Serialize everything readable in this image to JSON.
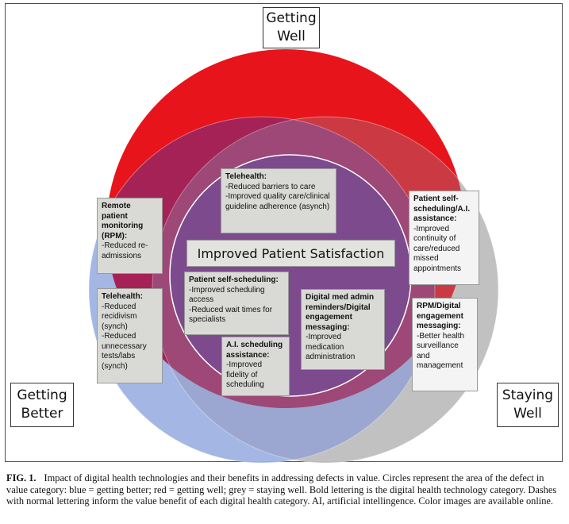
{
  "labels": {
    "getting_well": "Getting\nWell",
    "getting_better": "Getting\nBetter",
    "staying_well": "Staying\nWell",
    "center": "Improved Patient Satisfaction"
  },
  "boxes": {
    "telehealth_top": {
      "title": "Telehealth:",
      "benefits": "-Reduced barriers to care\n-Improved quality care/clinical guideline adherence (asynch)"
    },
    "rpm_left": {
      "title": "Remote patient monitoring (RPM):",
      "benefits": "-Reduced re-admissions"
    },
    "telehealth_left": {
      "title": "Telehealth:",
      "benefits": "-Reduced recidivism (synch)\n-Reduced unnecessary tests/labs (synch)"
    },
    "self_sched_center": {
      "title": "Patient self-scheduling:",
      "benefits": "-Improved scheduling access\n-Reduced wait times for specialists"
    },
    "ai_sched": {
      "title": "A.I. scheduling assistance:",
      "benefits": "-Improved fidelity of scheduling"
    },
    "digital_med": {
      "title": "Digital med admin reminders/Digital engagement messaging:",
      "benefits": "-Improved medication administration"
    },
    "self_sched_right": {
      "title": "Patient self-scheduling/A.I. assistance:",
      "benefits": "-Improved continuity of care/reduced missed appointments"
    },
    "rpm_right": {
      "title": "RPM/Digital engagement messaging:",
      "benefits": " -Better health surveillance and management"
    }
  },
  "caption": {
    "fig": "FIG. 1.",
    "text": "Impact of digital health technologies and their benefits in addressing defects in value. Circles represent the area of the defect in value category: blue = getting better; red = getting well; grey = staying well. Bold lettering is the digital health technology category. Dashes with normal lettering inform the value benefit of each digital health category. AI, artificial intellingence. Color images are available online."
  },
  "colors": {
    "red": "#e8141c",
    "blue": "#7f9ad6",
    "grey": "#c0bfbf",
    "overlap_red_blue": "#a52257",
    "overlap_red_grey": "#cb3a42",
    "center": "#7d4a8e"
  }
}
